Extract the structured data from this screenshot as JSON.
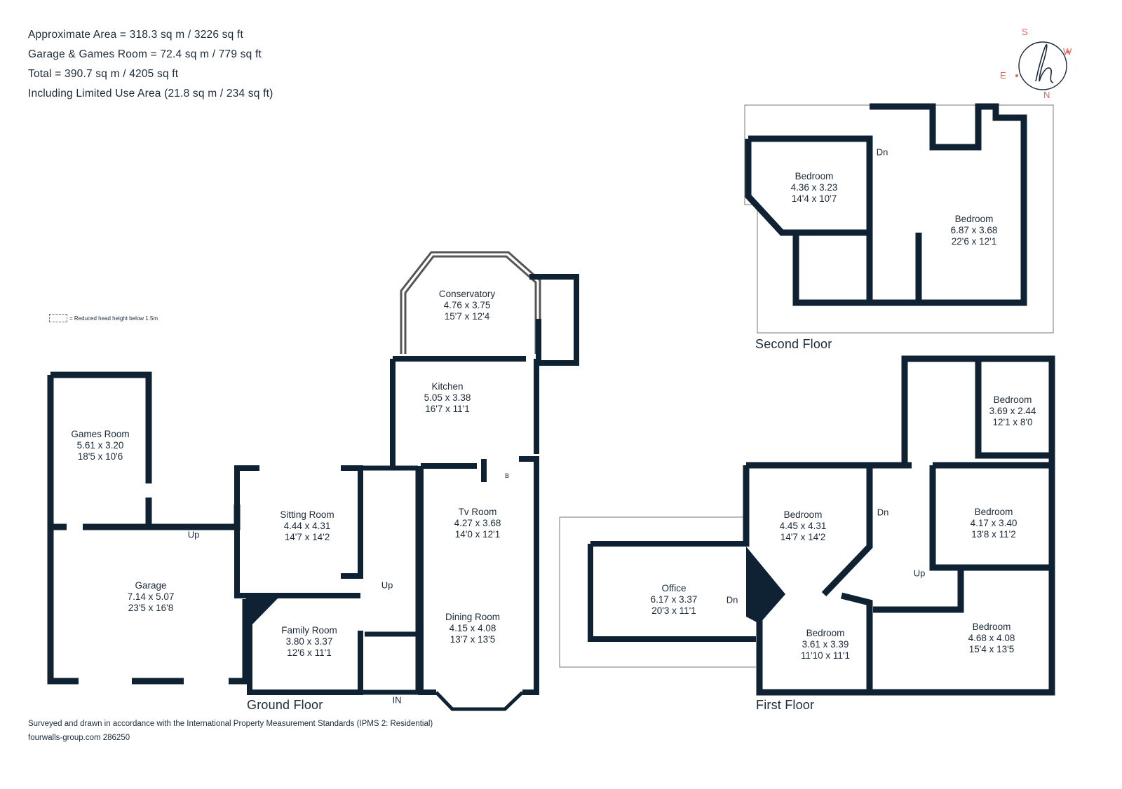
{
  "area_summary": {
    "approx_area": "Approximate Area = 318.3 sq m / 3226 sq ft",
    "garage_games": "Garage & Games Room = 72.4 sq m / 779 sq ft",
    "total": "Total = 390.7 sq m / 4205 sq ft",
    "limited_use": "Including Limited Use Area (21.8 sq m / 234 sq ft)"
  },
  "legend": {
    "text": "= Reduced head height below 1.5m"
  },
  "compass": {
    "s": "S",
    "w": "W",
    "e": "E",
    "n": "N",
    "logo": "h"
  },
  "floors": {
    "ground": "Ground Floor",
    "first": "First Floor",
    "second": "Second Floor"
  },
  "rooms": {
    "games_room": {
      "name": "Games Room",
      "metric": "5.61 x 3.20",
      "imperial": "18'5 x 10'6"
    },
    "garage": {
      "name": "Garage",
      "metric": "7.14 x 5.07",
      "imperial": "23'5 x 16'8"
    },
    "sitting_room": {
      "name": "Sitting Room",
      "metric": "4.44 x 4.31",
      "imperial": "14'7 x 14'2"
    },
    "family_room": {
      "name": "Family Room",
      "metric": "3.80 x 3.37",
      "imperial": "12'6 x 11'1"
    },
    "conservatory": {
      "name": "Conservatory",
      "metric": "4.76 x 3.75",
      "imperial": "15'7 x 12'4"
    },
    "kitchen": {
      "name": "Kitchen",
      "metric": "5.05 x 3.38",
      "imperial": "16'7 x 11'1"
    },
    "tv_room": {
      "name": "Tv Room",
      "metric": "4.27 x 3.68",
      "imperial": "14'0 x 12'1"
    },
    "dining_room": {
      "name": "Dining Room",
      "metric": "4.15 x 4.08",
      "imperial": "13'7 x 13'5"
    },
    "office": {
      "name": "Office",
      "metric": "6.17 x 3.37",
      "imperial": "20'3 x 11'1"
    },
    "ff_bedroom_1": {
      "name": "Bedroom",
      "metric": "4.45 x 4.31",
      "imperial": "14'7 x 14'2"
    },
    "ff_bedroom_2": {
      "name": "Bedroom",
      "metric": "3.61 x 3.39",
      "imperial": "11'10 x 11'1"
    },
    "ff_bedroom_3": {
      "name": "Bedroom",
      "metric": "3.69 x 2.44",
      "imperial": "12'1 x 8'0"
    },
    "ff_bedroom_4": {
      "name": "Bedroom",
      "metric": "4.17 x 3.40",
      "imperial": "13'8 x 11'2"
    },
    "ff_bedroom_5": {
      "name": "Bedroom",
      "metric": "4.68 x 4.08",
      "imperial": "15'4 x 13'5"
    },
    "sf_bedroom_1": {
      "name": "Bedroom",
      "metric": "4.36 x 3.23",
      "imperial": "14'4 x 10'7"
    },
    "sf_bedroom_2": {
      "name": "Bedroom",
      "metric": "6.87 x 3.68",
      "imperial": "22'6 x 12'1"
    }
  },
  "markers": {
    "up_garage": "Up",
    "up_hall": "Up",
    "in": "IN",
    "boiler": "B",
    "dn_office": "Dn",
    "dn_first": "Dn",
    "up_first": "Up",
    "dn_second": "Dn"
  },
  "footer": {
    "survey": "Surveyed and drawn in accordance with the International Property Measurement Standards (IPMS 2: Residential)",
    "reference": "fourwalls-group.com 286250"
  },
  "colors": {
    "wall": "#0f2233",
    "text": "#1b2a3a",
    "compass_accent": "#e0655a"
  }
}
